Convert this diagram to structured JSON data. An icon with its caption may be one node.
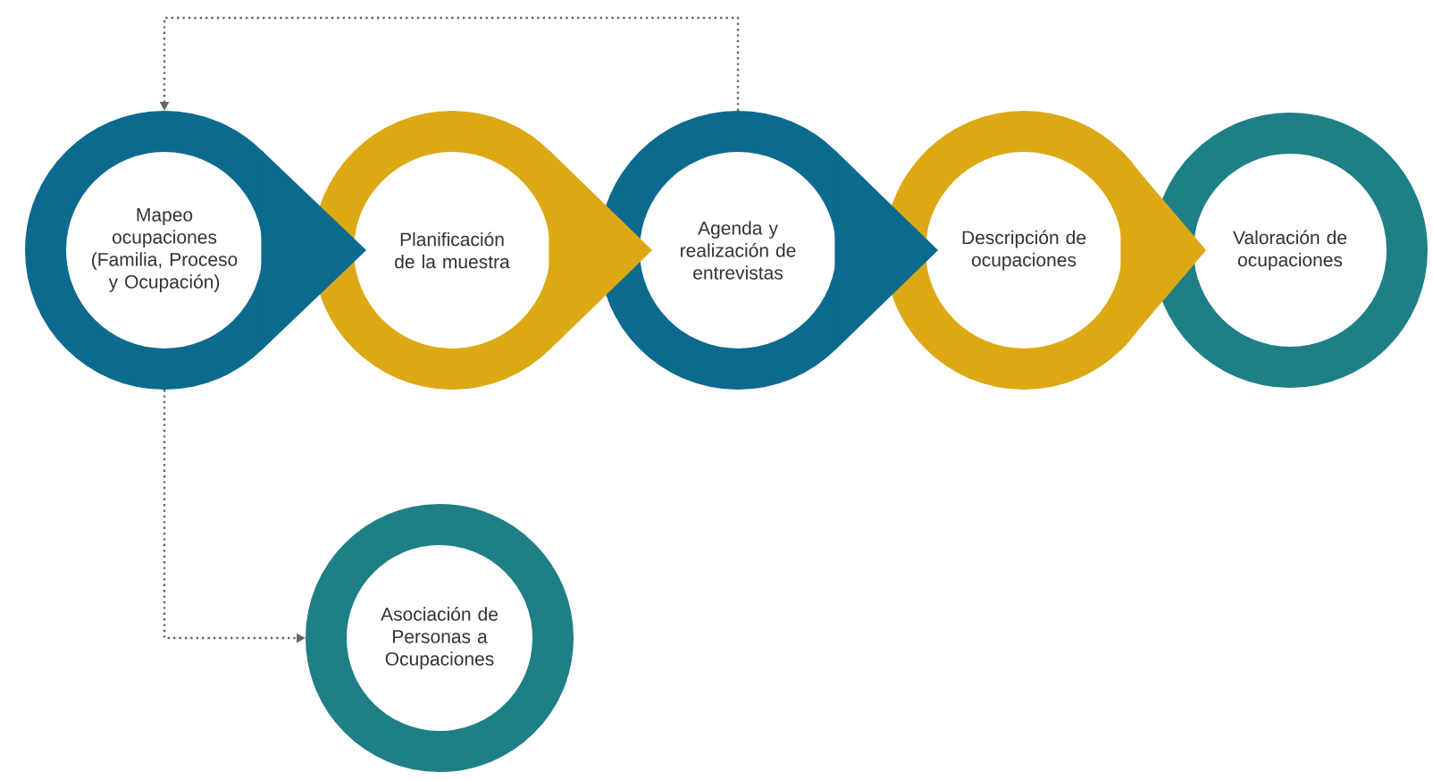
{
  "diagram": {
    "nodes": [
      {
        "text": [
          "Mapeo ocupaciones (Familia, Proceso y Ocupación)"
        ]
      },
      {
        "text": [
          "Planificación de la muestra"
        ]
      },
      {
        "text": [
          "Agenda y realización de entrevistas"
        ]
      },
      {
        "text": [
          "Descripción de ocupaciones"
        ]
      },
      {
        "text": [
          "Valoración de ocupaciones"
        ]
      },
      {
        "text": [
          "Asociación de Personas a Ocupaciones"
        ]
      }
    ],
    "edges": [
      {
        "from": 0,
        "to": 1,
        "arrow": "to"
      },
      {
        "from": 1,
        "to": 2,
        "arrow": "to"
      },
      {
        "from": 2,
        "to": 3,
        "arrow": "to"
      },
      {
        "from": 3,
        "to": 4,
        "arrow": "to"
      },
      {
        "from": 2,
        "to": 0,
        "arrow": "to",
        "style": "dashed",
        "color": "#666666"
      },
      {
        "from": 0,
        "to": 5,
        "arrow": "to",
        "style": "dashed",
        "color": "#666666"
      }
    ]
  }
}
